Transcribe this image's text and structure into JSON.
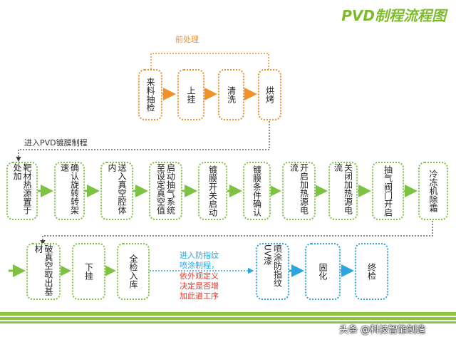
{
  "title": "PVD制程流程图",
  "pre_label": "前处理",
  "stage1_label": "进入PVD镀膜制程",
  "colors": {
    "orange": "#f0922a",
    "green": "#7cc243",
    "blue": "#2aa5e0",
    "title": "#7dbb2a"
  },
  "row1": [
    "来料抽检",
    "上挂",
    "清洗",
    "烘烤"
  ],
  "row2": [
    "靶材热源置于处加",
    "确认旋转转架速",
    "送入真空腔体内",
    "启动抽气系统至设定真空值",
    "镀膜开关启动",
    "镀膜条件确认",
    "开启加热源电流",
    "关闭加热源电流",
    "抽气阀门开启",
    "冷冻机除霜"
  ],
  "row3_green": [
    "破真空取出基材",
    "下挂",
    "全检入库"
  ],
  "note_blue": [
    "进入防指纹",
    "喷涂制程，"
  ],
  "note_red": [
    "依外观定义",
    "决定是否增",
    "加此道工序"
  ],
  "row3_blue": [
    "喷涂防指纹UV漆",
    "固化",
    "终检"
  ],
  "watermark": "头条 @科技智能制造"
}
